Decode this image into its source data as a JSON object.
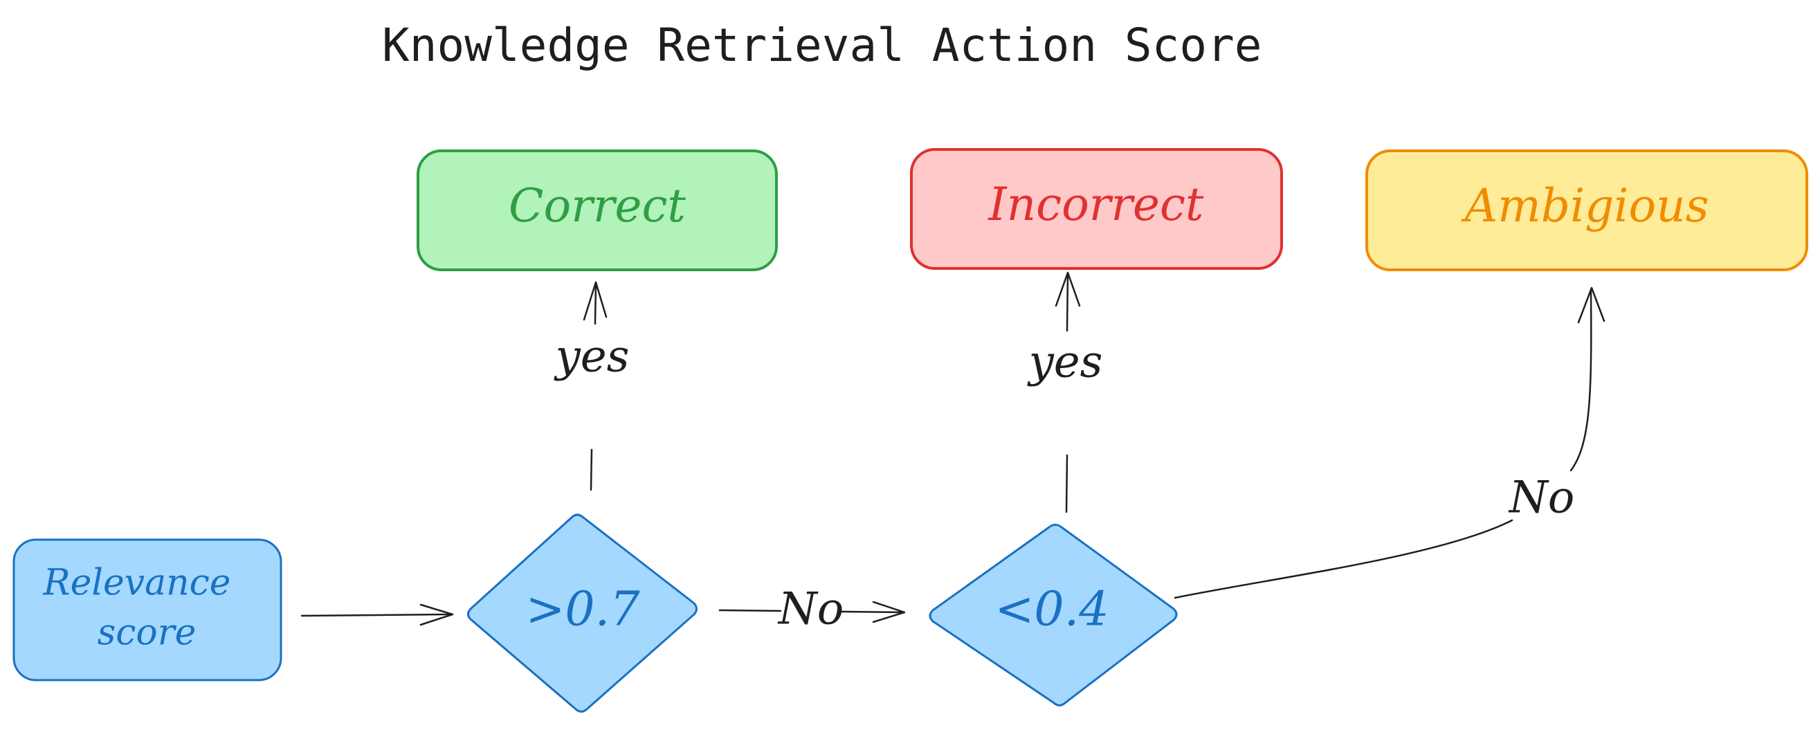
{
  "title": "Knowledge Retrieval Action Score",
  "nodes": {
    "start": {
      "label_line1": "Relevance",
      "label_line2": "score",
      "fill": "#a5d8ff",
      "stroke": "#1971c2"
    },
    "check_high": {
      "label": ">0.7",
      "fill": "#a5d8ff",
      "stroke": "#1971c2"
    },
    "check_low": {
      "label": "<0.4",
      "fill": "#a5d8ff",
      "stroke": "#1971c2"
    }
  },
  "outcomes": {
    "correct": {
      "label": "Correct",
      "fill": "#b2f2bb",
      "stroke": "#2f9e44",
      "text_color": "#2f9e44"
    },
    "incorrect": {
      "label": "Incorrect",
      "fill": "#ffc9c9",
      "stroke": "#e03131",
      "text_color": "#e03131"
    },
    "ambiguous": {
      "label": "Ambigious",
      "fill": "#ffec99",
      "stroke": "#f08c00",
      "text_color": "#f08c00"
    }
  },
  "edge_labels": {
    "high_yes": "yes",
    "high_no": "No",
    "low_yes": "yes",
    "low_no": "No"
  }
}
